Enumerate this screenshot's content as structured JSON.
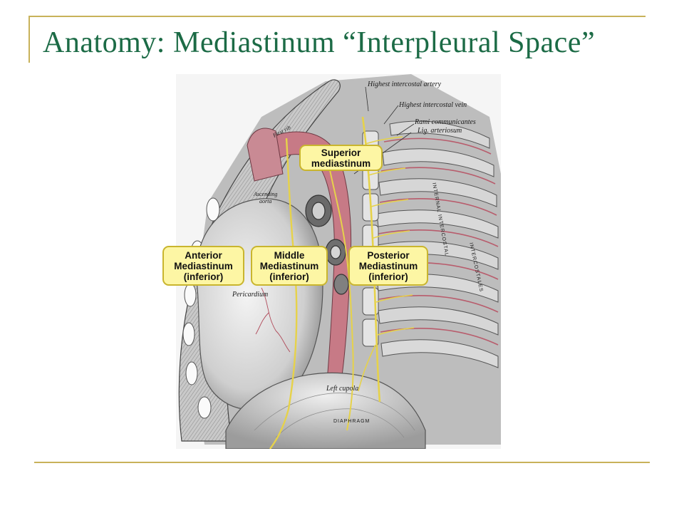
{
  "title": "Anatomy: Mediastinum “Interpleural Space”",
  "labels": {
    "superior": [
      "Superior",
      "mediastinum"
    ],
    "anterior": [
      "Anterior",
      "Mediastinum",
      "(inferior)"
    ],
    "middle": [
      "Middle",
      "Mediastinum",
      "(inferior)"
    ],
    "posterior": [
      "Posterior",
      "Mediastinum",
      "(inferior)"
    ]
  },
  "plate_labels": {
    "highest_intercostal_artery": "Highest intercostal artery",
    "highest_intercostal_vein": "Highest intercostal vein",
    "rami_communicantes": "Rami communicantes",
    "lig_arteriosum": "Lig. arteriosum",
    "first_rib": "First rib",
    "ascending_aorta_1": "Ascending",
    "ascending_aorta_2": "aorta",
    "pericardium": "Pericardium",
    "left_cupola": "Left cupola",
    "diaphragm": "DIAPHRAGM",
    "internal_intercostal": "INTERNAL INTERCOSTAL",
    "intercostales": "INTERCOSTALES"
  },
  "colors": {
    "title": "#1c6b46",
    "rule": "#c8b25a",
    "label_fill": "#fdf6a4",
    "label_border": "#c9b52e",
    "nerve": "#e6d24a",
    "vessel": "#b85c6c"
  }
}
